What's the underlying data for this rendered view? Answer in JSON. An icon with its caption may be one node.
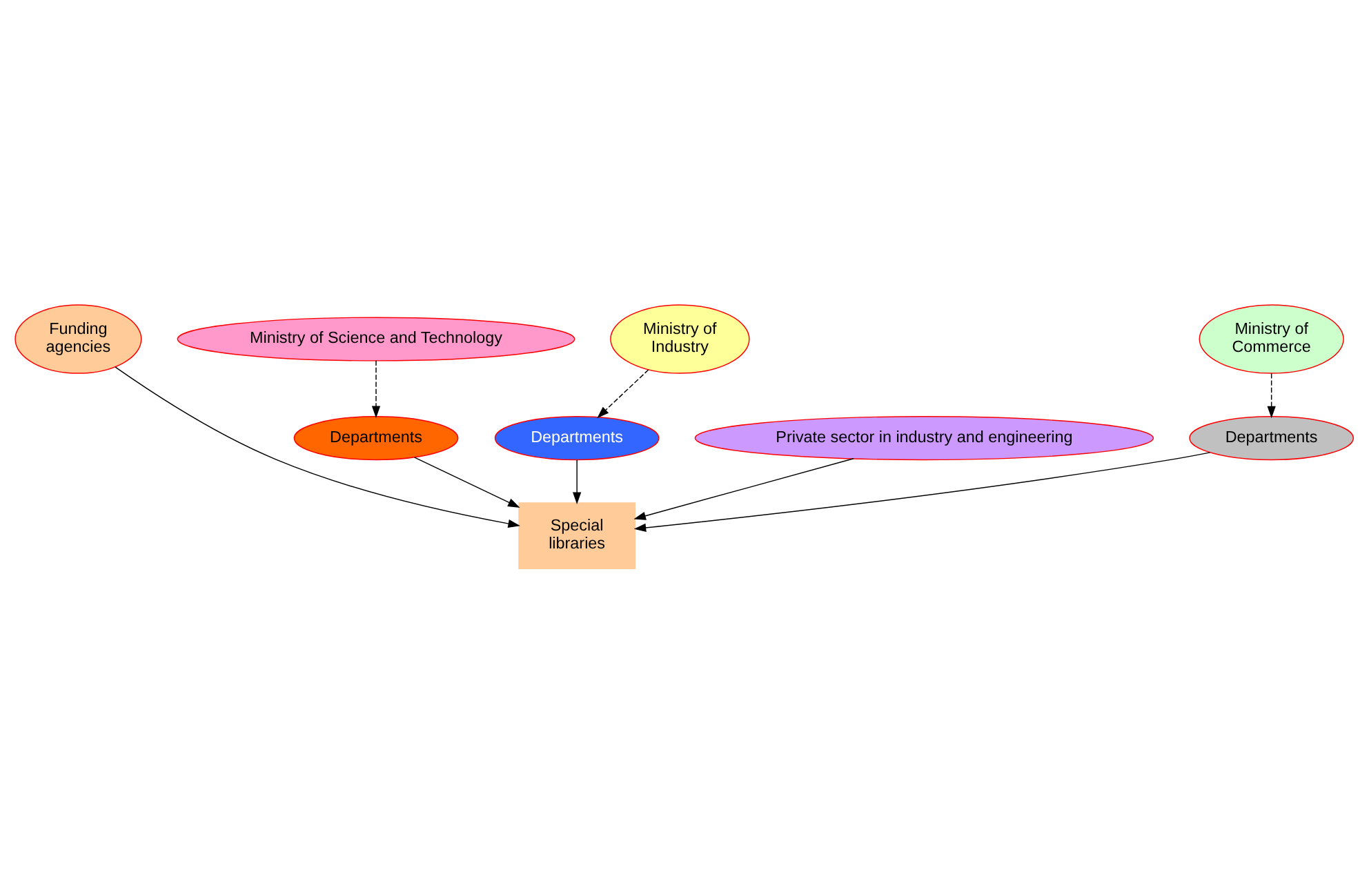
{
  "diagram": {
    "nodes": [
      {
        "text": [
          "Funding agencies"
        ]
      },
      {
        "text": [
          "Ministry of Science and Technology"
        ]
      },
      {
        "text": [
          "Ministry of Industry"
        ]
      },
      {
        "text": [
          "Departments"
        ]
      },
      {
        "text": [
          "Departments"
        ]
      },
      {
        "text": [
          "Ministry of Commerce"
        ]
      },
      {
        "text": [
          "Private sector in industry and engineering"
        ]
      },
      {
        "text": [
          "Special libraries"
        ]
      },
      {
        "text": [
          "Departments"
        ]
      }
    ],
    "edges": [
      {
        "from": 1,
        "to": 3,
        "arrow": "to",
        "style": "dashed"
      },
      {
        "from": 2,
        "to": 4,
        "arrow": "to",
        "style": "dashed"
      },
      {
        "from": 5,
        "to": 8,
        "arrow": "to",
        "style": "dashed"
      },
      {
        "from": 0,
        "to": 7,
        "arrow": "to"
      },
      {
        "from": 3,
        "to": 7,
        "arrow": "to"
      },
      {
        "from": 4,
        "to": 7,
        "arrow": "to"
      },
      {
        "from": 6,
        "to": 7,
        "arrow": "to"
      },
      {
        "from": 8,
        "to": 7,
        "arrow": "to"
      }
    ]
  }
}
